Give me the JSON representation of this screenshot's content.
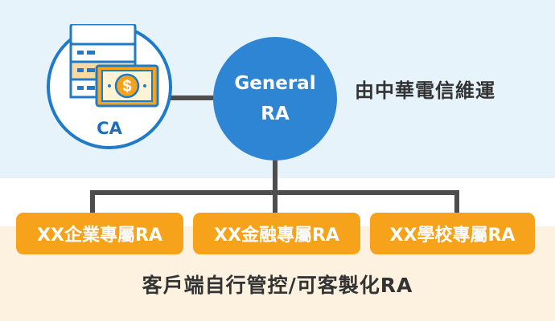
{
  "ca": {
    "label": "CA"
  },
  "general_ra": {
    "line1": "General",
    "line2": "RA"
  },
  "operator_text": "由中華電信維運",
  "sub_ras": [
    {
      "label": "XX企業專屬RA"
    },
    {
      "label": "XX金融專屬RA"
    },
    {
      "label": "XX學校專屬RA"
    }
  ],
  "footer_text": "客戶端自行管控/可客製化RA",
  "colors": {
    "blue": "#2e85d4",
    "dark_blue": "#1f7bc9",
    "orange": "#f7a21b",
    "light_blue_bg": "#e6f3fb",
    "light_orange_bg": "#fdf2df",
    "connector": "#4d4d4d"
  },
  "icons": [
    "server-icon",
    "money-bill-icon"
  ]
}
